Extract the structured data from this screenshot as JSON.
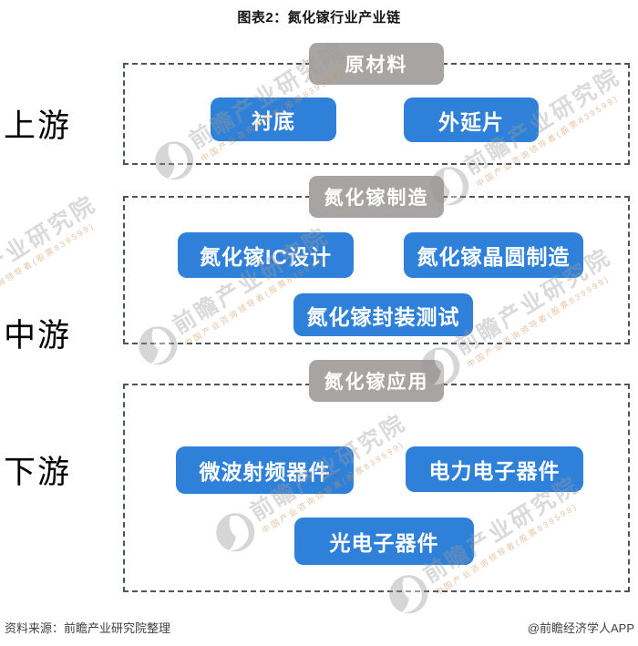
{
  "title": "图表2：氮化镓行业产业链",
  "sections": [
    {
      "label": "上游",
      "header": "原材料",
      "items": [
        "衬底",
        "外延片"
      ]
    },
    {
      "label": "中游",
      "header": "氮化镓制造",
      "items": [
        "氮化镓IC设计",
        "氮化镓晶圆制造",
        "氮化镓封装测试"
      ]
    },
    {
      "label": "下游",
      "header": "氮化镓应用",
      "items": [
        "微波射频器件",
        "电力电子器件",
        "光电子器件"
      ]
    }
  ],
  "footer": {
    "source": "资料来源：前瞻产业研究院整理",
    "credit": "@前瞻经济学人APP"
  },
  "watermark": {
    "main": "前瞻产业研究院",
    "sub": "中国产业咨询领导者(股票839599)"
  },
  "colors": {
    "blue": "#2e80d9",
    "gray": "#a7a4a1",
    "dash": "#4a5562"
  }
}
